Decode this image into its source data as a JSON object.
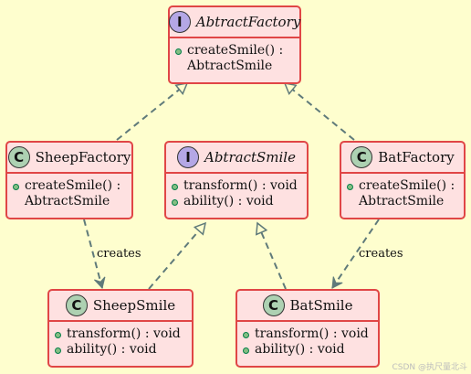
{
  "classes": {
    "abstract_factory": {
      "kind": "I",
      "name": "AbtractFactory",
      "members": [
        "createSmile() :\nAbtractSmile"
      ]
    },
    "sheep_factory": {
      "kind": "C",
      "name": "SheepFactory",
      "members": [
        "createSmile() :\nAbtractSmile"
      ]
    },
    "abstract_smile": {
      "kind": "I",
      "name": "AbtractSmile",
      "members": [
        "transform() : void",
        "ability() : void"
      ]
    },
    "bat_factory": {
      "kind": "C",
      "name": "BatFactory",
      "members": [
        "createSmile() :\nAbtractSmile"
      ]
    },
    "sheep_smile": {
      "kind": "C",
      "name": "SheepSmile",
      "members": [
        "transform() : void",
        "ability() : void"
      ]
    },
    "bat_smile": {
      "kind": "C",
      "name": "BatSmile",
      "members": [
        "transform() : void",
        "ability() : void"
      ]
    }
  },
  "relations": {
    "creates_left": "creates",
    "creates_right": "creates"
  },
  "watermark": "CSDN @执尺量北斗",
  "colors": {
    "background": "#FEFECE",
    "class_fill": "#FEE1E1",
    "class_border": "#E04646",
    "class_badge": "#ADD1B2",
    "interface_badge": "#B4A7E5",
    "arrow": "#5F7A7A"
  }
}
